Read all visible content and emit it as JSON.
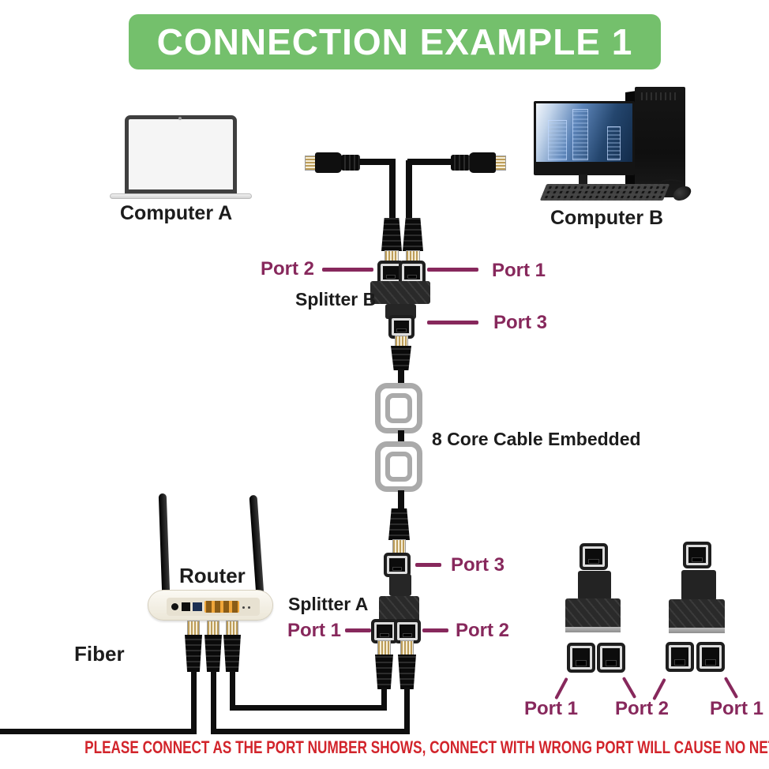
{
  "banner": {
    "title": "CONNECTION EXAMPLE  1"
  },
  "labels": {
    "computer_a": "Computer A",
    "computer_b": "Computer B",
    "router": "Router",
    "fiber": "Fiber",
    "cable_note": "8 Core Cable Embedded"
  },
  "splitter_b": {
    "name": "Splitter B",
    "port1": "Port 1",
    "port2": "Port 2",
    "port3": "Port 3"
  },
  "splitter_a": {
    "name": "Splitter A",
    "port1": "Port 1",
    "port2": "Port 2",
    "port3": "Port 3"
  },
  "adapter_legend": {
    "left_port1": "Port 1",
    "middle_port2": "Port 2",
    "right_port1": "Port 1"
  },
  "warning": "PLEASE CONNECT AS THE PORT NUMBER SHOWS, CONNECT WITH WRONG PORT WILL CAUSE NO NETWORK CONECTION!!",
  "colors": {
    "banner_green": "#74c06c",
    "port_label": "#87285c",
    "warning_red": "#d2242b",
    "cable_black": "#0e0e0e"
  }
}
